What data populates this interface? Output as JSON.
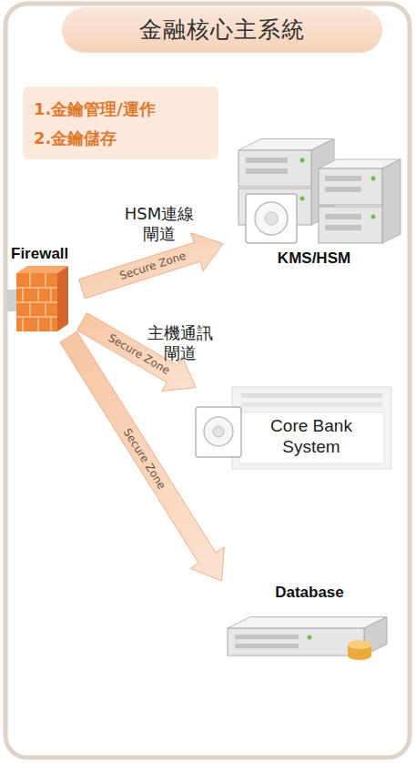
{
  "diagram": {
    "title": "金融核心主系統",
    "nodes": [
      {
        "text": [
          "1.金鑰管理/運作",
          "2.金鑰儲存"
        ]
      },
      {
        "text": [
          "Firewall"
        ]
      },
      {
        "text": [
          "KMS/HSM"
        ]
      },
      {
        "text": [
          "Core Bank System"
        ]
      },
      {
        "text": [
          "Database"
        ]
      }
    ],
    "edges": [
      {
        "from": 1,
        "to": 2,
        "label": "Secure Zone",
        "arrow": "to"
      },
      {
        "from": 1,
        "to": 3,
        "label": "Secure Zone",
        "arrow": "to"
      },
      {
        "from": 1,
        "to": 4,
        "label": "Secure Zone",
        "arrow": "to"
      }
    ],
    "labels": [
      "HSM連線 閘道",
      "主機通訊 閘道"
    ]
  }
}
